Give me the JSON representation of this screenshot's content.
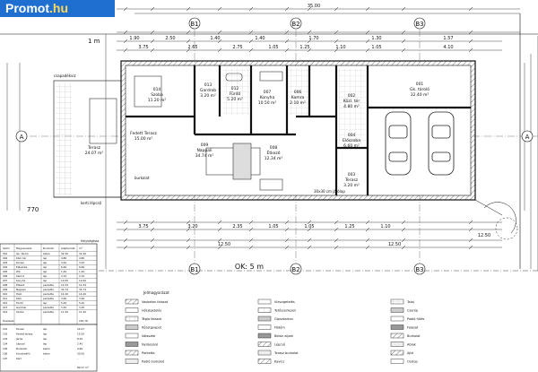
{
  "watermark": {
    "brand": "Promot",
    "tld": ".hu"
  },
  "colors": {
    "line": "#111111",
    "grid": "#777777",
    "hatch": "#555555",
    "watermark_bg": "#1e6fd0"
  },
  "title_block": {
    "zone_label": "1 m",
    "setback_label": "OK: 5 m",
    "side_dim": "770"
  },
  "axes": {
    "top": [
      "B1",
      "B2",
      "B3"
    ],
    "bottom": [
      "B1",
      "B2",
      "B3"
    ],
    "right": "A",
    "left": "A"
  },
  "dimensions": {
    "overall_top": "35.00",
    "overall_bottom": "12.50",
    "top_row_1": [
      "1.90",
      "2.50",
      "1.40",
      "1.40",
      "1.70",
      "1.30",
      "1.57"
    ],
    "top_row_2": [
      "3.75",
      "2.65",
      "2.75",
      "1.05",
      "1.25",
      "1.10",
      "1.05",
      "4.10"
    ],
    "bottom_row_1": [
      "3.75",
      "3.20",
      "2.35",
      "1.05",
      "1.05",
      "1.25",
      "1.10"
    ],
    "bottom_row_2": [
      "12.50",
      "12.50"
    ]
  },
  "rooms": [
    {
      "id": "014",
      "name": "Szoba",
      "area": "11.20 m²"
    },
    {
      "id": "013",
      "name": "Gardrob",
      "area": "3.20 m²"
    },
    {
      "id": "012",
      "name": "Fürdő",
      "area": "5.20 m²"
    },
    {
      "id": "007",
      "name": "Konyha",
      "area": "10.50 m²"
    },
    {
      "id": "006",
      "name": "Kamra",
      "area": "2.10 m²"
    },
    {
      "id": "002",
      "name": "Közl. tér",
      "area": "4.80 m²"
    },
    {
      "id": "001",
      "name": "Gk. tároló",
      "area": "32.40 m²"
    },
    {
      "id": "",
      "name": "Fedett Terasz",
      "area": "15.00 m²"
    },
    {
      "id": "",
      "name": "Terasz",
      "area": "24.07 m²"
    },
    {
      "id": "009",
      "name": "Nappali",
      "area": "34.74 m²"
    },
    {
      "id": "008",
      "name": "Étkező",
      "area": "12.34 m²"
    },
    {
      "id": "004",
      "name": "Előszoba",
      "area": "6.60 m²"
    },
    {
      "id": "003",
      "name": "Terasz",
      "area": "3.20 m²"
    }
  ],
  "notes": [
    "csapadékvíz",
    "burkolat",
    "kerti lépcső",
    "30x30 cm járólap"
  ],
  "room_table": {
    "title": "Helyiséglista",
    "header": [
      "Szám",
      "Megnevezés",
      "Burkolat",
      "Alapterület",
      "m²"
    ],
    "rows": [
      [
        "001",
        "Gk. tároló",
        "beton",
        "32.40",
        "32.40"
      ],
      [
        "002",
        "Közl. tér",
        "lap",
        "4.80",
        "4.80"
      ],
      [
        "003",
        "Terasz",
        "lap",
        "3.20",
        "3.20"
      ],
      [
        "004",
        "Előszoba",
        "lap",
        "6.60",
        "6.60"
      ],
      [
        "005",
        "WC",
        "lap",
        "1.40",
        "1.40"
      ],
      [
        "006",
        "Kamra",
        "lap",
        "2.10",
        "2.10"
      ],
      [
        "007",
        "Konyha",
        "lap",
        "10.50",
        "10.50"
      ],
      [
        "008",
        "Étkező",
        "parketta",
        "12.34",
        "12.34"
      ],
      [
        "009",
        "Nappali",
        "parketta",
        "34.74",
        "34.74"
      ],
      [
        "010",
        "Háló",
        "parketta",
        "14.20",
        "14.20"
      ],
      [
        "011",
        "Közl.",
        "parketta",
        "3.90",
        "3.90"
      ],
      [
        "012",
        "Fürdő",
        "lap",
        "5.20",
        "5.20"
      ],
      [
        "013",
        "Gardrob",
        "parketta",
        "3.20",
        "3.20"
      ],
      [
        "014",
        "Szoba",
        "parketta",
        "11.20",
        "11.20"
      ]
    ],
    "total_label": "Összesen",
    "total_value": "145.78"
  },
  "room_table_2": {
    "rows": [
      [
        "101",
        "Terasz",
        "lap",
        "24.07"
      ],
      [
        "102",
        "Fedett terasz",
        "lap",
        "15.00"
      ],
      [
        "103",
        "Járda",
        "lap",
        "8.20"
      ],
      [
        "104",
        "Lépcső",
        "lap",
        "2.40"
      ],
      [
        "105",
        "Burkolat",
        "beton",
        "9.60"
      ],
      [
        "106",
        "Kocsibeálló",
        "beton",
        "30.00"
      ],
      [
        "107",
        "Kert",
        "-",
        "-"
      ]
    ],
    "total_value": "89.27 m²"
  },
  "legend": {
    "title": "Jelmagyarázat",
    "items": [
      "Vasbeton falazat",
      "Hőszigetelés",
      "Tégla falazat",
      "Kőzetgyapot",
      "Válaszfal",
      "Nyílászáró",
      "Parketta",
      "Padló burkolat",
      "Vízszigetelés",
      "Tetőszerkezet",
      "Gipszkarton",
      "Födém",
      "Beton aljzat",
      "Lépcső",
      "Terasz burkolat",
      "Kavics",
      "Talaj",
      "Cserép",
      "Padló fűtés",
      "Falazat",
      "Burkolat",
      "Ablak",
      "Ajtó",
      "Oszlop"
    ]
  }
}
